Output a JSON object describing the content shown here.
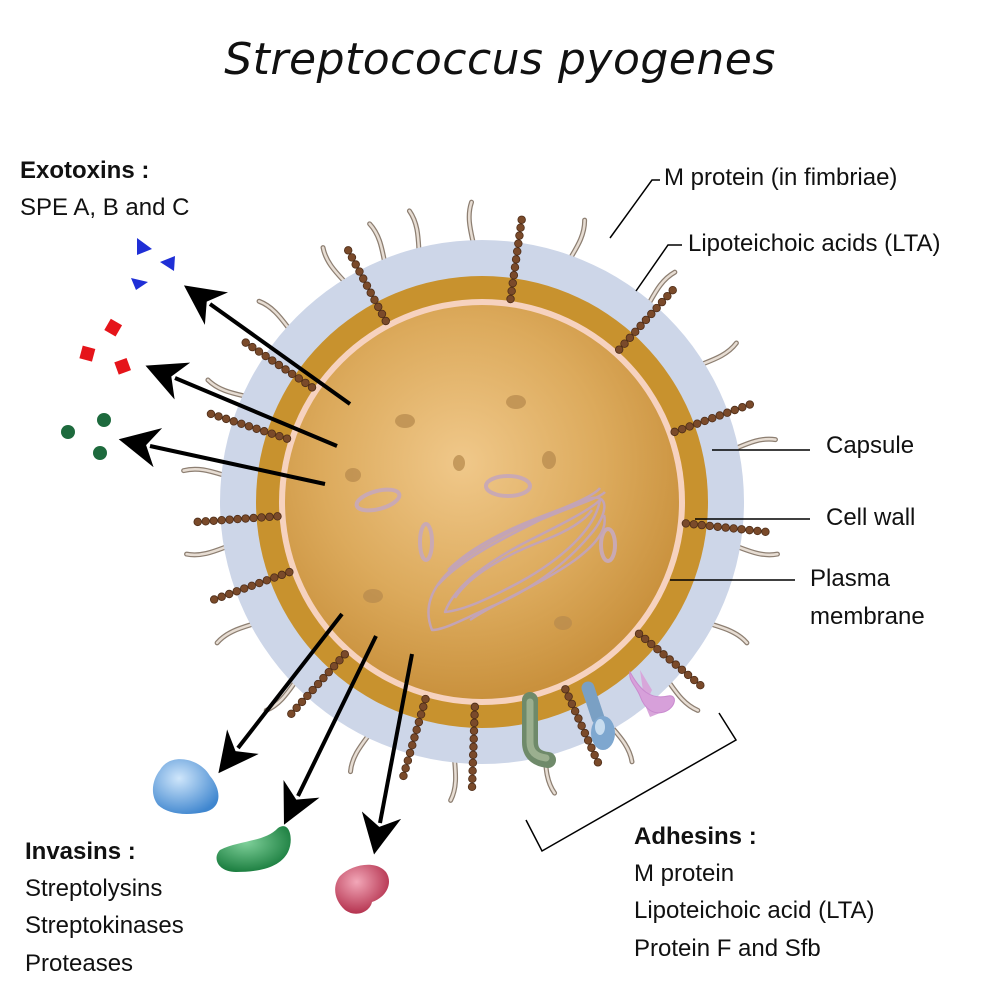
{
  "title": "Streptococcus pyogenes",
  "exotoxins": {
    "heading": "Exotoxins :",
    "items": [
      "SPE A, B and C"
    ]
  },
  "invasins": {
    "heading": "Invasins :",
    "items": [
      "Streptolysins",
      "Streptokinases",
      "Proteases"
    ]
  },
  "adhesins": {
    "heading": "Adhesins :",
    "items": [
      "M protein",
      "Lipoteichoic acid (LTA)",
      "Protein F and Sfb"
    ]
  },
  "callouts": {
    "m_protein": "M protein (in fimbriae)",
    "lta": "Lipoteichoic acids (LTA)",
    "capsule": "Capsule",
    "cell_wall": "Cell wall",
    "plasma_membrane_1": "Plasma",
    "plasma_membrane_2": "membrane"
  },
  "colors": {
    "capsule": "#cdd6e8",
    "cell_wall": "#c8922e",
    "membrane": "#f6d2bf",
    "cytoplasm": "#d9a85a",
    "fimbria": "#b6a898",
    "lta_bead": "#7a4a2a",
    "exotoxin_triangle": "#1f2fd6",
    "exotoxin_square": "#e5141a",
    "exotoxin_circle": "#1d6a3d",
    "invasin_blue": "#4b92d6",
    "invasin_green": "#1e8f44",
    "invasin_red": "#c03a55"
  }
}
